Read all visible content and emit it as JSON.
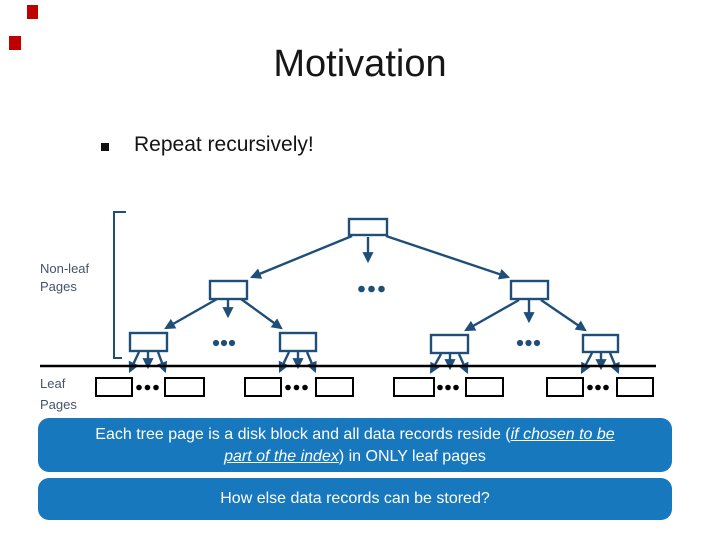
{
  "slide": {
    "title": "Motivation",
    "bullet_text": "Repeat recursively!"
  },
  "diagram": {
    "non_leaf_label_line1": "Non-leaf",
    "non_leaf_label_line2": "Pages",
    "leaf_label_line1": "Leaf",
    "leaf_label_line2": "Pages",
    "structure_note": "B-tree: root node, two level-2 nodes with ellipsis, four level-3 nodes with ellipses, eight leaf boxes in four pairs separated by ellipses, horizontal line separating non-leaf and leaf pages"
  },
  "callout_primary": {
    "line1_normal": "Each tree page is a disk block and all data records reside (",
    "line1_emphasis": "if chosen to be",
    "line2_emphasis": "part of the index",
    "line2_normal": ") in ONLY leaf pages"
  },
  "callout_secondary": {
    "text": "How else data records can be stored?"
  },
  "colors": {
    "callout_blue": "#1878BE",
    "tree_line_navy": "#1F4E79",
    "label_slate": "#44546A",
    "leaf_box_border": "#000000",
    "separator_line": "#000000",
    "red_mark": "#C00000",
    "callout_text": "#FFFFFF"
  }
}
